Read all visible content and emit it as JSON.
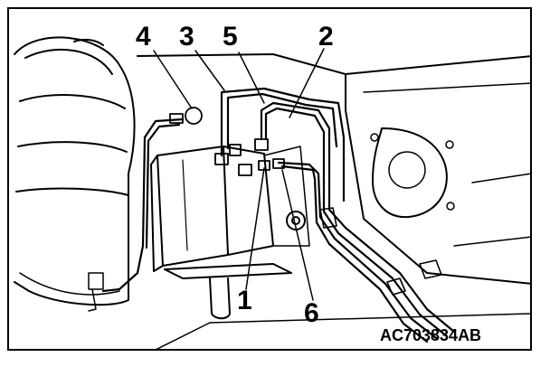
{
  "figure": {
    "callouts": [
      {
        "id": "c1",
        "text": "1"
      },
      {
        "id": "c2",
        "text": "2"
      },
      {
        "id": "c3",
        "text": "3"
      },
      {
        "id": "c4",
        "text": "4"
      },
      {
        "id": "c5",
        "text": "5"
      },
      {
        "id": "c6",
        "text": "6"
      }
    ],
    "code": "AC703834AB",
    "colors": {
      "ink": "#000000",
      "paper": "#ffffff"
    }
  }
}
